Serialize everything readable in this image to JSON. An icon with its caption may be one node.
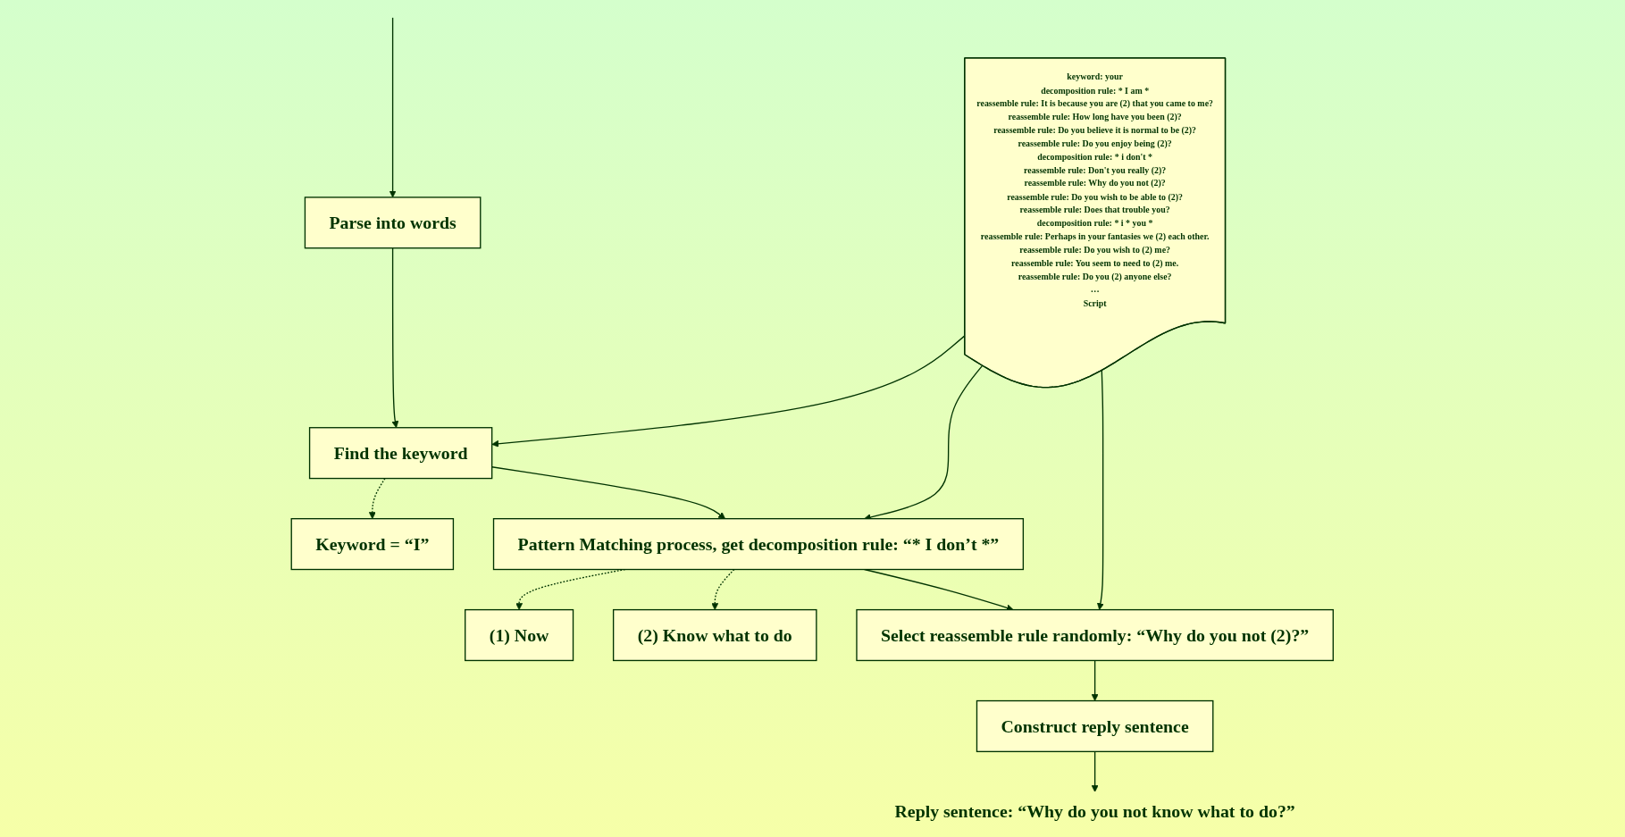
{
  "diagram": {
    "nodes": [
      {
        "text": [
          "Parse into words"
        ]
      },
      {
        "text": [
          "Keyword = “I”"
        ]
      },
      {
        "text": [
          "Find the keyword"
        ]
      },
      {
        "text": [
          "keyword: your",
          "decomposition rule: * I am *",
          "reassemble rule: It is because you are (2) that you came to me?",
          "reassemble rule: How long have you been (2)?",
          "reassemble rule: Do you believe it is normal to be (2)?",
          "reassemble rule: Do you enjoy being (2)?",
          "decomposition rule: * i don't *",
          "reassemble rule: Don't you really (2)?",
          "reassemble rule: Why do you not (2)?",
          "reassemble rule: Do you wish to be able to (2)?",
          "reassemble rule: Does that trouble you?",
          "decomposition rule: * i * you *",
          "reassemble rule: Perhaps in your fantasies we (2) each other.",
          "reassemble rule: Do you wish to (2) me?",
          "reassemble rule: You seem to need to (2) me.",
          "reassemble rule: Do you (2) anyone else?",
          "…",
          "Script"
        ]
      },
      {
        "text": [
          "(1) Now"
        ]
      },
      {
        "text": [
          "Pattern Matching process, get decomposition rule: “* I don’t *”"
        ]
      },
      {
        "text": [
          "(2) Know what to do"
        ]
      },
      {
        "text": [
          "Select reassemble rule randomly: “Why do you not (2)?”"
        ]
      },
      {
        "text": [
          "Construct reply sentence"
        ]
      },
      {
        "text": [
          "Reply sentence: “Why do you not know what to do?”"
        ]
      }
    ],
    "edges": [
      {
        "from": null,
        "to": 0,
        "arrow": "to"
      },
      {
        "from": 0,
        "to": 2,
        "arrow": "to"
      },
      {
        "from": 2,
        "to": 1,
        "arrow": "to",
        "style": "dashed"
      },
      {
        "from": 3,
        "to": 2,
        "arrow": "to"
      },
      {
        "from": 2,
        "to": 5,
        "arrow": "to"
      },
      {
        "from": 5,
        "to": 4,
        "arrow": "to",
        "style": "dashed"
      },
      {
        "from": 5,
        "to": 6,
        "arrow": "to",
        "style": "dashed"
      },
      {
        "from": 3,
        "to": 5,
        "arrow": "to"
      },
      {
        "from": 3,
        "to": 7,
        "arrow": "to"
      },
      {
        "from": 5,
        "to": 7,
        "arrow": "to"
      },
      {
        "from": 7,
        "to": 8,
        "arrow": "to"
      },
      {
        "from": 8,
        "to": 9,
        "arrow": "to"
      }
    ]
  }
}
